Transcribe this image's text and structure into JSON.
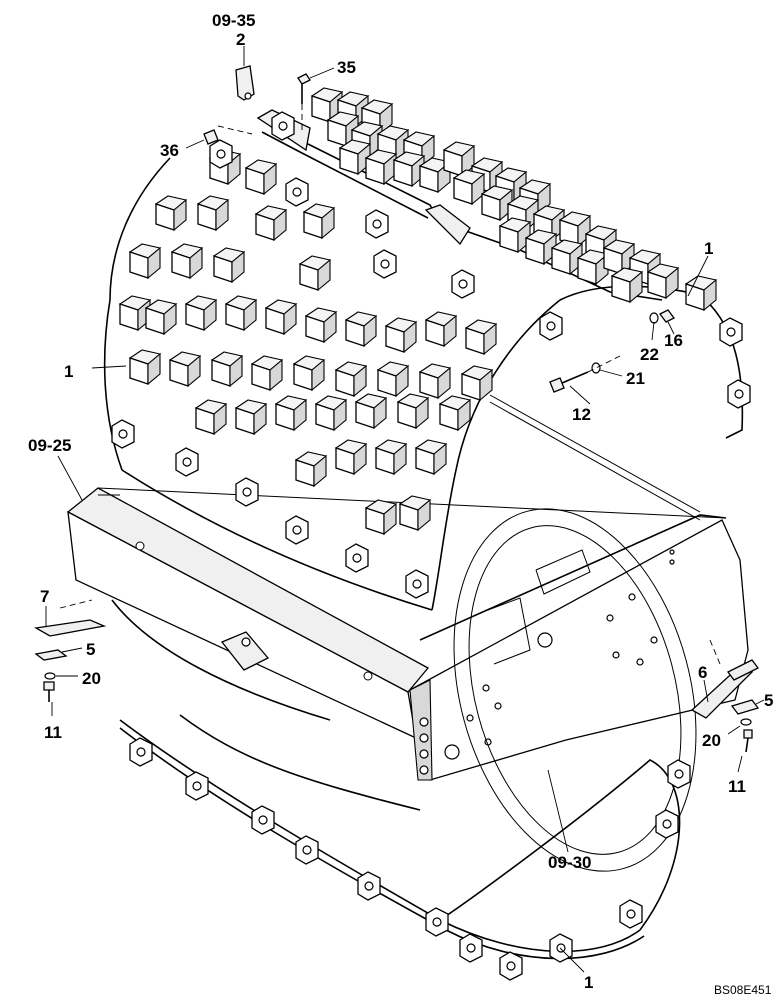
{
  "diagram": {
    "reference": "BS08E451",
    "callouts": [
      {
        "id": "c-09-35",
        "text": "09-35"
      },
      {
        "id": "c-2",
        "text": "2"
      },
      {
        "id": "c-35",
        "text": "35"
      },
      {
        "id": "c-36",
        "text": "36"
      },
      {
        "id": "c-1-top",
        "text": "1"
      },
      {
        "id": "c-1-left",
        "text": "1"
      },
      {
        "id": "c-22",
        "text": "22"
      },
      {
        "id": "c-16",
        "text": "16"
      },
      {
        "id": "c-21",
        "text": "21"
      },
      {
        "id": "c-12",
        "text": "12"
      },
      {
        "id": "c-09-25",
        "text": "09-25"
      },
      {
        "id": "c-7",
        "text": "7"
      },
      {
        "id": "c-5-left",
        "text": "5"
      },
      {
        "id": "c-20-left",
        "text": "20"
      },
      {
        "id": "c-11-left",
        "text": "11"
      },
      {
        "id": "c-6",
        "text": "6"
      },
      {
        "id": "c-5-right",
        "text": "5"
      },
      {
        "id": "c-20-right",
        "text": "20"
      },
      {
        "id": "c-11-right",
        "text": "11"
      },
      {
        "id": "c-09-30",
        "text": "09-30"
      },
      {
        "id": "c-1-bottom",
        "text": "1"
      }
    ]
  }
}
